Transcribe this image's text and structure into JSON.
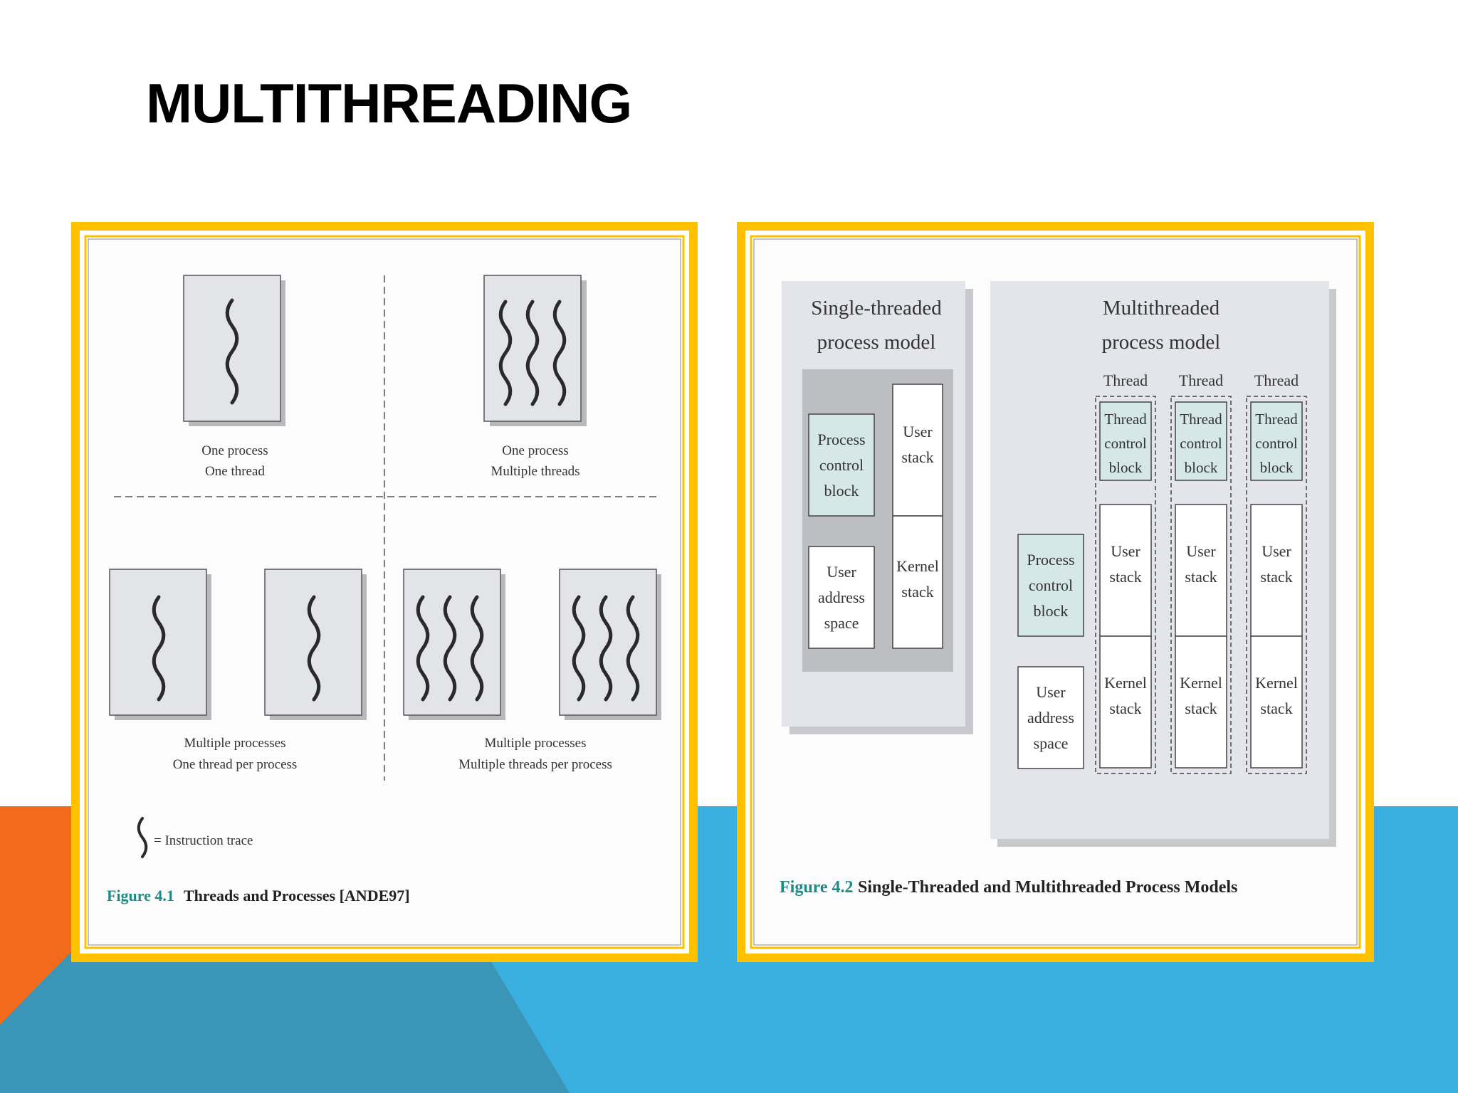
{
  "slide": {
    "title": "MULTITHREADING",
    "colors": {
      "orange": "#F26B1D",
      "blue": "#3AB0E0",
      "dark_blue": "#3A95B6",
      "frame": "#FFC000",
      "teal": "#1F8A83"
    }
  },
  "figure1": {
    "quadrants": [
      {
        "line1": "One process",
        "line2": "One thread"
      },
      {
        "line1": "One process",
        "line2": "Multiple threads"
      },
      {
        "line1": "Multiple processes",
        "line2": "One thread per process"
      },
      {
        "line1": "Multiple processes",
        "line2": "Multiple threads per process"
      }
    ],
    "legend": "= Instruction trace",
    "caption_num": "Figure 4.1",
    "caption_text": "Threads and Processes [ANDE97]"
  },
  "figure2": {
    "single": {
      "title1": "Single-threaded",
      "title2": "process model",
      "pcb": [
        "Process",
        "control",
        "block"
      ],
      "user_stack": [
        "User",
        "stack"
      ],
      "user_address": [
        "User",
        "address",
        "space"
      ],
      "kernel_stack": [
        "Kernel",
        "stack"
      ]
    },
    "multi": {
      "title1": "Multithreaded",
      "title2": "process model",
      "thread_label": "Thread",
      "tcb": [
        "Thread",
        "control",
        "block"
      ],
      "pcb": [
        "Process",
        "control",
        "block"
      ],
      "user_address": [
        "User",
        "address",
        "space"
      ],
      "user_stack": [
        "User",
        "stack"
      ],
      "kernel_stack": [
        "Kernel",
        "stack"
      ]
    },
    "caption_num": "Figure 4.2",
    "caption_text": "Single-Threaded and Multithreaded Process Models"
  }
}
